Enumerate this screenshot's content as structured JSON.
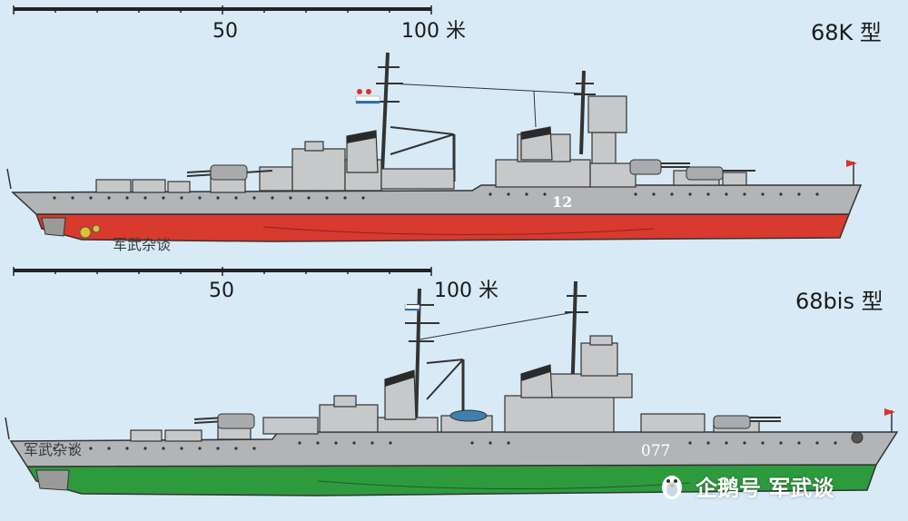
{
  "colors": {
    "background": "#d8eaf6",
    "hull_grey": "#b2b4b6",
    "upper_grey": "#c6c8ca",
    "red_lower_hull": "#d83a2e",
    "green_lower_hull": "#2e9a3e",
    "outline": "#333333",
    "flag": "#d8322a"
  },
  "ships": [
    {
      "model": "68K 型",
      "hull_number": "12",
      "scale": {
        "mid_label": "50",
        "end_label": "100 米"
      },
      "watermark": "军武杂谈"
    },
    {
      "model": "68bis 型",
      "hull_number": "077",
      "scale": {
        "mid_label": "50",
        "end_label": "100 米"
      },
      "watermark": "军武杂谈"
    }
  ],
  "footer_watermark": {
    "icon": "penguin-icon",
    "text": "企鹅号 军武谈"
  }
}
